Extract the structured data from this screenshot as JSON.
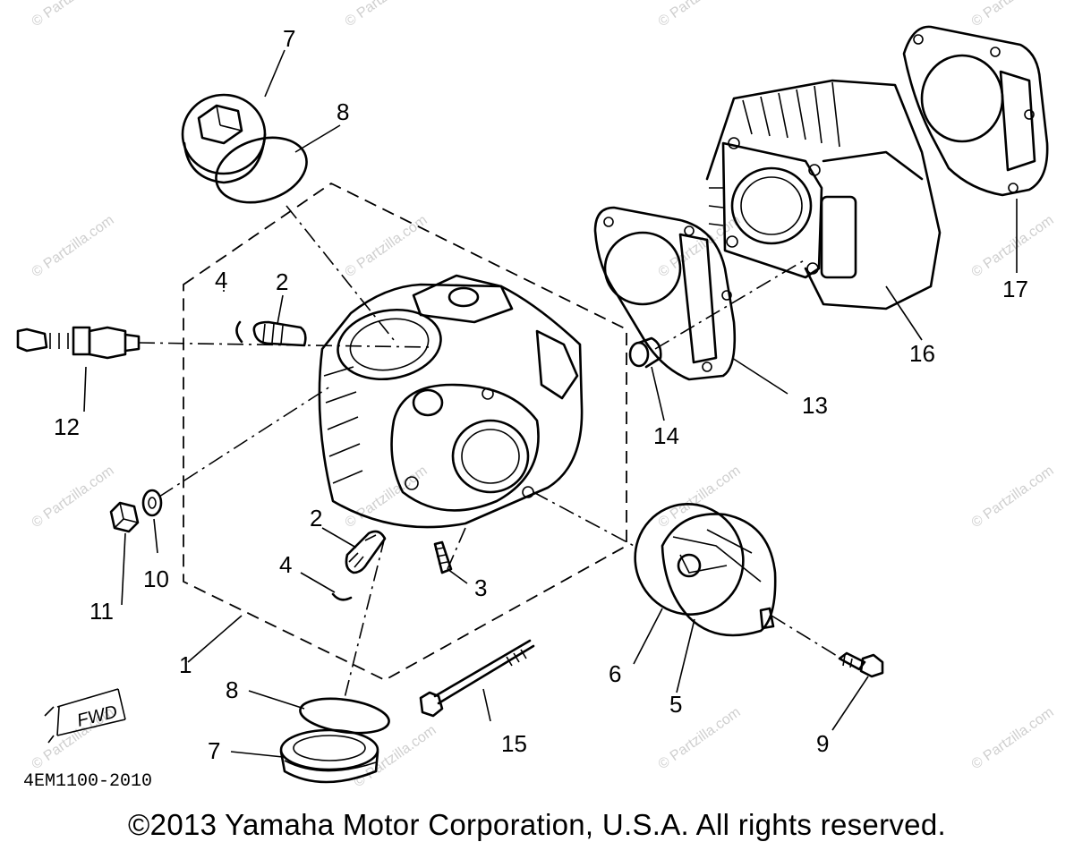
{
  "callouts": {
    "c1": "1",
    "c2a": "2",
    "c2b": "2",
    "c3": "3",
    "c4a": "4",
    "c4b": "4",
    "c5": "5",
    "c6": "6",
    "c7a": "7",
    "c7b": "7",
    "c8a": "8",
    "c8b": "8",
    "c9": "9",
    "c10": "10",
    "c11": "11",
    "c12": "12",
    "c13": "13",
    "c14": "14",
    "c15": "15",
    "c16": "16",
    "c17": "17"
  },
  "fwd_label": "FWD",
  "reference_code": "4EM1100-2010",
  "watermark_text": "© Partzilla.com",
  "copyright": "©2013 Yamaha Motor Corporation, U.S.A. All rights reserved."
}
